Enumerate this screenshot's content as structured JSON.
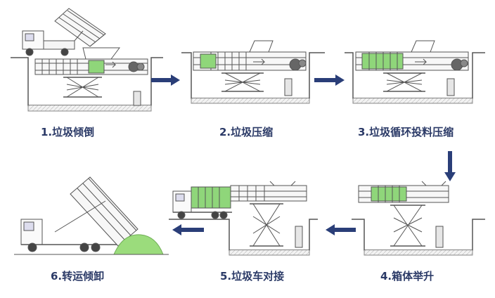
{
  "steps": [
    {
      "label": "1.垃圾倾倒"
    },
    {
      "label": "2.垃圾压缩"
    },
    {
      "label": "3.垃圾循环投料压缩"
    },
    {
      "label": "4.箱体举升"
    },
    {
      "label": "5.垃圾车对接"
    },
    {
      "label": "6.转运倾卸"
    }
  ],
  "colors": {
    "caption": "#2b3a67",
    "arrow": "#2a3e78",
    "waste_green": "#8fd67a",
    "pile_green": "#9bdc7c",
    "line": "#555555",
    "pit": "#e8e8e8"
  }
}
